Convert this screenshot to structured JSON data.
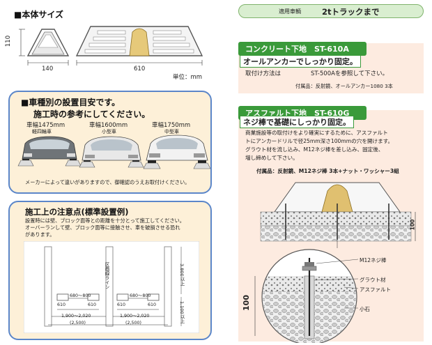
{
  "size_section": {
    "title": "■本体サイズ",
    "dim_height": "110",
    "dim_side_width": "140",
    "dim_length": "610",
    "unit": "単位：mm"
  },
  "guide_section": {
    "title_line1": "■車種別の設置目安です。",
    "title_line2": "施工時の参考にしてください。",
    "cars": [
      {
        "width": "車幅1475mm",
        "type": "軽四輪車"
      },
      {
        "width": "車幅1600mm",
        "type": "小型車"
      },
      {
        "width": "車幅1750mm",
        "type": "中型車"
      }
    ],
    "note": "メーカーによって違いがありますので、御確認のうえお取付けください。"
  },
  "caution_section": {
    "title": "施工上の注意点(標準設置例)",
    "text_lines": [
      "設置時には壁、ブロック面等との距離を十分とって施工してください。",
      "オーバーランして壁、ブロック面等に接触させ、車を破損させる恐れ",
      "があります。"
    ],
    "diagram": {
      "center_label": "区画線ライン",
      "dim_3800": "3,800以上",
      "dim_1100": "1,100以上",
      "dim_680_800": "680～800",
      "dim_610": "610",
      "dim_1900_2020": "1,900～2,020",
      "dim_2500": "(2,500)"
    }
  },
  "right_header": {
    "applicable_label": "適用車輌",
    "applicable_value": "2tトラックまで"
  },
  "concrete": {
    "heading": "コンクリート下地　ST-610A",
    "subtitle": "オールアンカーでしっかり固定。",
    "method_prefix": "取付け方法は",
    "method_suffix": "ST-500Aを参照して下さい。",
    "accessories": "付属品：反射鏡、オールアンカー1080 3本"
  },
  "asphalt": {
    "heading": "アスファルト下地　ST-610G",
    "subtitle": "ネジ棒で基礎にしっかり固定。",
    "text_lines": [
      "商業施設等の取付けをより確実にするために、アスファルト",
      "トにアンカードリルで径25mm深さ100mmの穴を開けます。",
      "グラウト材を流し込み、M12ネジ棒を差し込み、固定後、",
      "増し締めして下さい。"
    ],
    "accessories": "付属品：反射鏡、M12ネジ棒 3本+ナット・ワッシャー3組",
    "diagram": {
      "dim_100_right": "100",
      "dim_100_left": "100",
      "label_bolt": "M12ネジ棒",
      "label_grout": "グラウト材",
      "label_asphalt": "アスファルト",
      "label_stone": "小石"
    }
  }
}
